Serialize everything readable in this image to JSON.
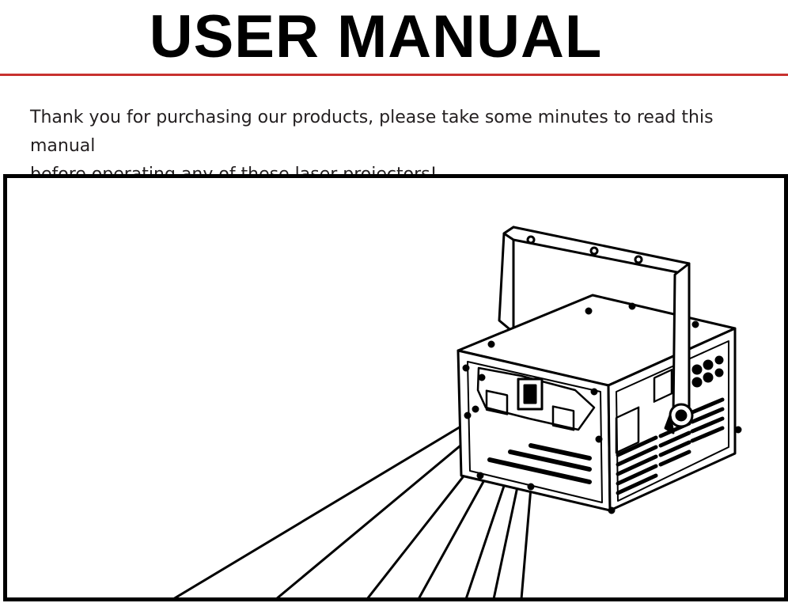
{
  "document": {
    "title": "USER MANUAL",
    "intro_line1": "Thank you for purchasing our products, please take some minutes to read this manual",
    "intro_line2": "before operating any of these laser projectors!"
  },
  "illustration": {
    "subject": "laser-projector-illustration"
  },
  "colors": {
    "rule": "#c8312f",
    "text": "#231f20",
    "ink": "#000000"
  }
}
